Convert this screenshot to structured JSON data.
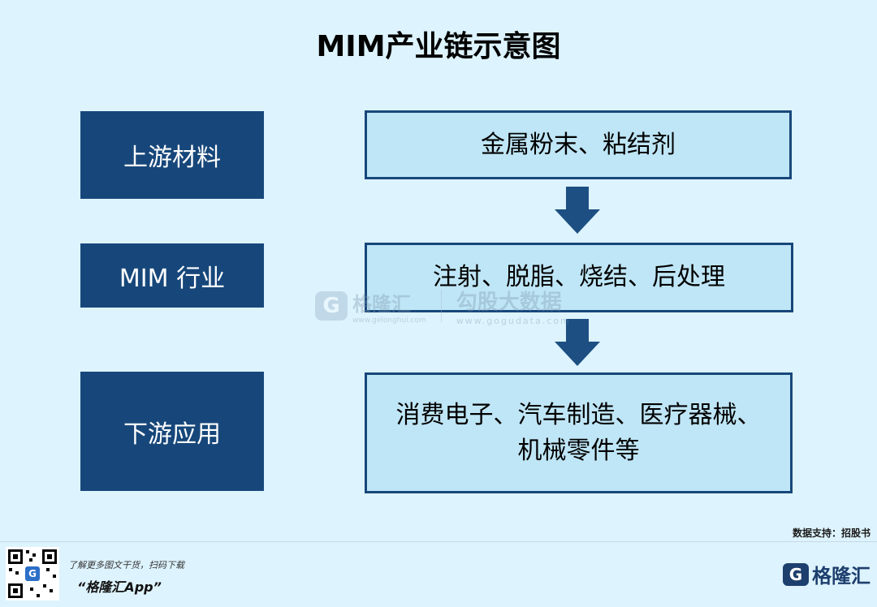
{
  "title": "MIM产业链示意图",
  "stages": [
    {
      "label": "上游材料"
    },
    {
      "label": "MIM 行业"
    },
    {
      "label": "下游应用"
    }
  ],
  "processes": [
    {
      "lines": [
        "金属粉末、粘结剂"
      ]
    },
    {
      "lines": [
        "注射、脱脂、烧结、后处理"
      ]
    },
    {
      "lines": [
        "消费电子、汽车制造、医疗器械、",
        "机械零件等"
      ]
    }
  ],
  "watermark": {
    "brand": "格隆汇",
    "brand_url": "www.gelonghui.com",
    "site": "勾股大数据",
    "site_url": "www.gogudata.com"
  },
  "source": "数据支持：招股书",
  "footer": {
    "promo": "了解更多图文干货，扫码下载",
    "app_name": "“格隆汇App”",
    "logo_text": "格隆汇"
  },
  "colors": {
    "background": "#ddf3fd",
    "stage_fill": "#17477a",
    "process_fill": "#bfe6f6",
    "process_border": "#17477a",
    "arrow": "#1d4f82"
  }
}
